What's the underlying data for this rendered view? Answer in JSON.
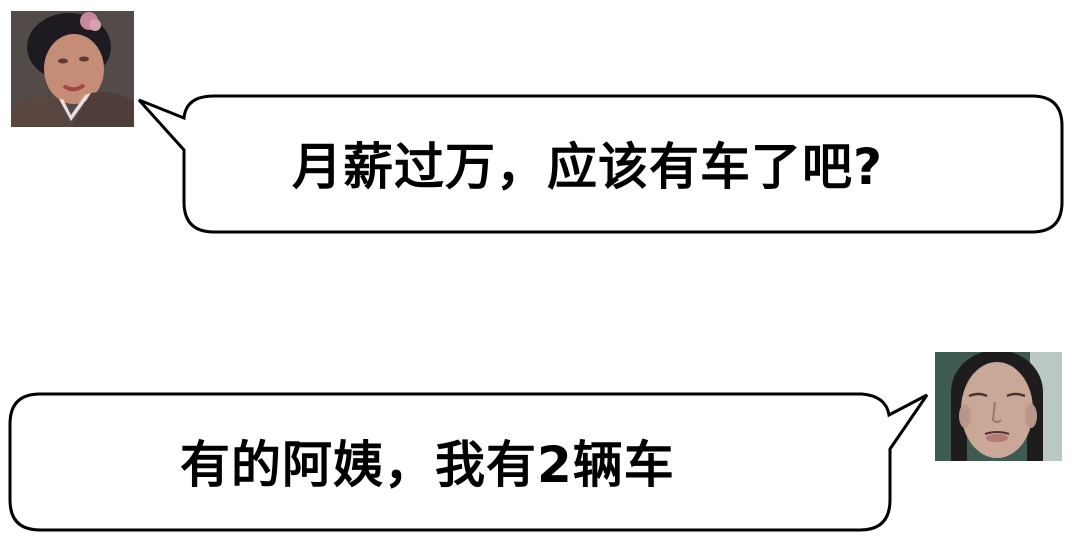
{
  "conversation": {
    "messages": [
      {
        "speaker": "aunt",
        "avatar": "elderly-woman-avatar",
        "side": "left",
        "text": "月薪过万，应该有车了吧?"
      },
      {
        "speaker": "young-man",
        "avatar": "young-man-avatar",
        "side": "right",
        "text": "有的阿姨，我有2辆车"
      }
    ]
  },
  "colors": {
    "background": "#ffffff",
    "bubble_fill": "#ffffff",
    "bubble_stroke": "#000000",
    "text": "#000000"
  }
}
